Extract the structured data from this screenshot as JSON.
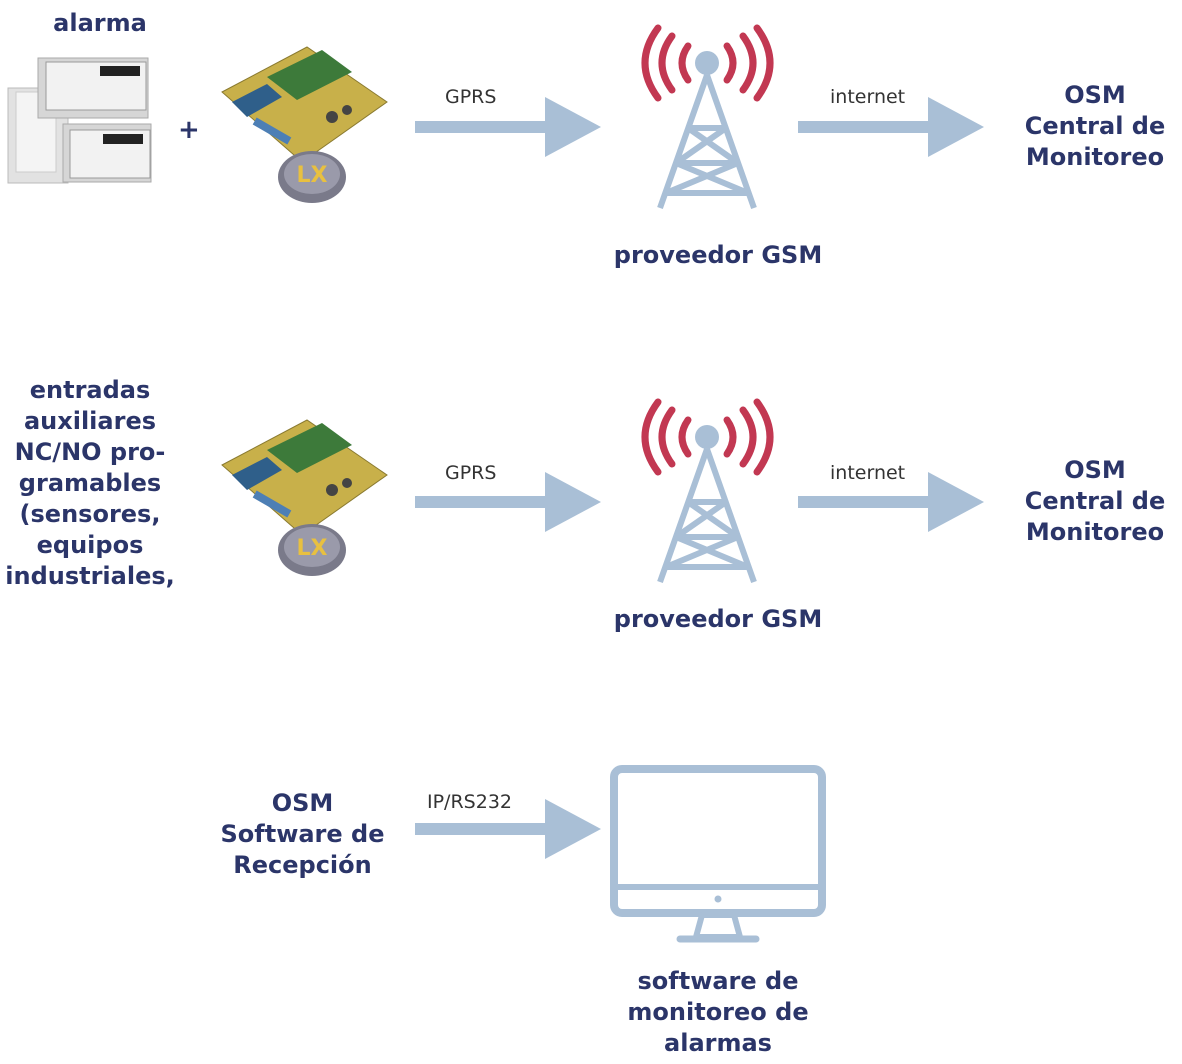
{
  "colors": {
    "text": "#2b3569",
    "arrow": "#a9bfd6",
    "signal": "#c23852",
    "board_green": "#3d7a3a",
    "board_yellow": "#c8b04a"
  },
  "row1": {
    "source_label": "alarma",
    "plus": "+",
    "arrow1_label": "GPRS",
    "arrow2_label": "internet",
    "tower_label": "proveedor GSM",
    "dest_lines": [
      "OSM",
      "Central de",
      "Monitoreo"
    ]
  },
  "row2": {
    "source_lines": [
      "entradas",
      "auxiliares",
      "NC/NO pro-",
      "gramables",
      "(sensores,",
      "equipos",
      "industriales,"
    ],
    "arrow1_label": "GPRS",
    "arrow2_label": "internet",
    "tower_label": "proveedor GSM",
    "dest_lines": [
      "OSM",
      "Central de",
      "Monitoreo"
    ]
  },
  "row3": {
    "source_lines": [
      "OSM",
      "Software de",
      "Recepción"
    ],
    "arrow_label": "IP/RS232",
    "monitor_lines": [
      "software de",
      "monitoreo de",
      "alarmas"
    ]
  },
  "board_badge": "LX",
  "icons": [
    "alarm-panel-icon",
    "gsm-board-icon",
    "tower-icon",
    "monitor-icon"
  ]
}
